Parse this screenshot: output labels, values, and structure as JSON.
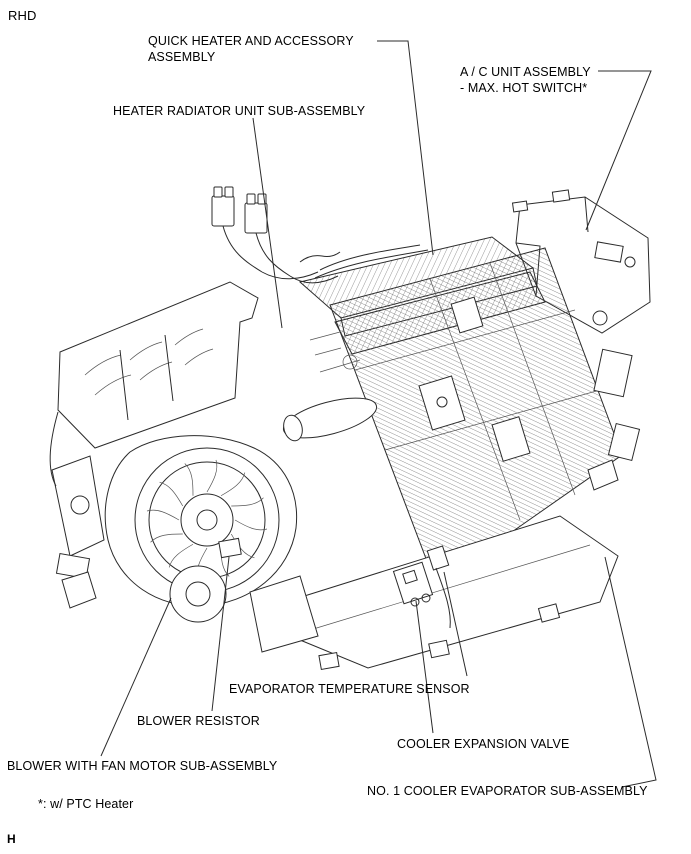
{
  "page": {
    "corner": "RHD",
    "footnote": "*: w/ PTC Heater",
    "page_marker": "H"
  },
  "labels": {
    "quick_heater": "QUICK HEATER AND ACCESSORY\nASSEMBLY",
    "ac_unit": "A / C UNIT ASSEMBLY\n- MAX. HOT SWITCH*",
    "heater_radiator": "HEATER RADIATOR UNIT SUB-ASSEMBLY",
    "evaporator_temp_sensor": "EVAPORATOR TEMPERATURE SENSOR",
    "blower_resistor": "BLOWER RESISTOR",
    "cooler_expansion_valve": "COOLER EXPANSION VALVE",
    "blower_fan_motor": "BLOWER WITH FAN MOTOR SUB-ASSEMBLY",
    "cooler_evaporator": "NO. 1 COOLER EVAPORATOR SUB-ASSEMBLY"
  },
  "style": {
    "line_color": "#2b2b2b",
    "background": "#ffffff"
  }
}
